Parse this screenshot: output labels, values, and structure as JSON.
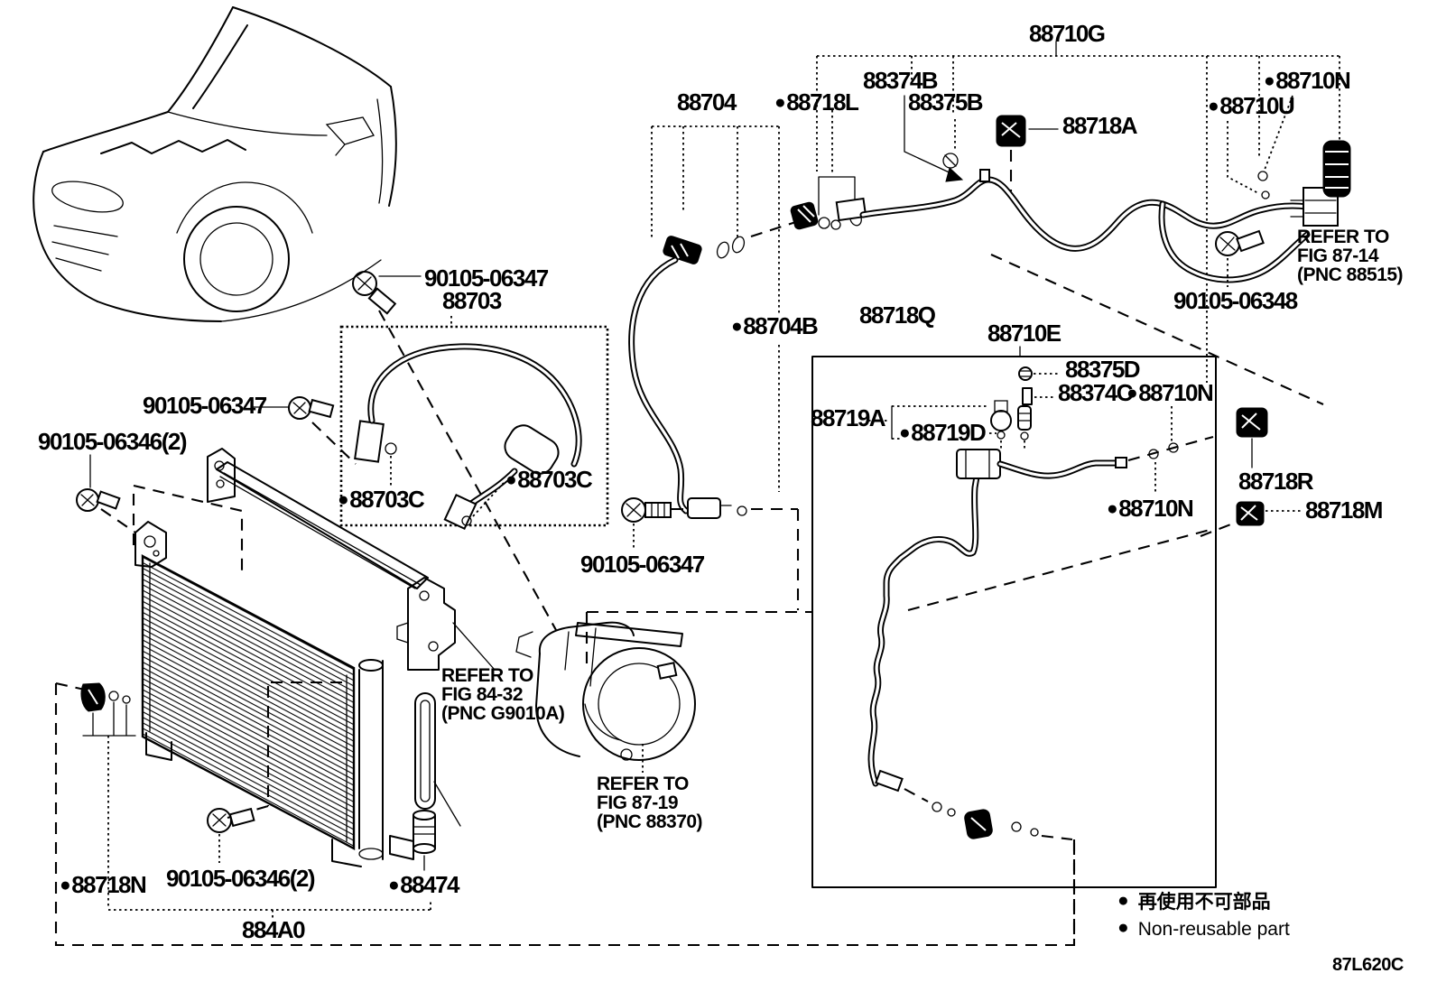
{
  "page": {
    "background": "#ffffff",
    "ink": "#000000"
  },
  "glyphs": {
    "bullet": "●"
  },
  "diagram": {
    "figure_code": "87L620C",
    "labels": [
      {
        "text": "88710G",
        "bullet": false
      },
      {
        "text": "88704",
        "bullet": false
      },
      {
        "text": "88718L",
        "bullet": true
      },
      {
        "text": "88374B",
        "bullet": false
      },
      {
        "text": "88375B",
        "bullet": false
      },
      {
        "text": "88718A",
        "bullet": false
      },
      {
        "text": "88710N",
        "bullet": true
      },
      {
        "text": "88710U",
        "bullet": true
      },
      {
        "text": "90105-06348",
        "bullet": false
      },
      {
        "text": "88718Q",
        "bullet": false
      },
      {
        "text": "88704B",
        "bullet": true
      },
      {
        "text": "88710E",
        "bullet": false
      },
      {
        "text": "90105-06347",
        "bullet": false
      },
      {
        "text": "88703",
        "bullet": false
      },
      {
        "text": "90105-06347",
        "bullet": false
      },
      {
        "text": "90105-06346(2)",
        "bullet": false
      },
      {
        "text": "88375D",
        "bullet": false
      },
      {
        "text": "88374C",
        "bullet": false
      },
      {
        "text": "88710N",
        "bullet": true
      },
      {
        "text": "88719A",
        "bullet": false
      },
      {
        "text": "88719D",
        "bullet": true
      },
      {
        "text": "88718R",
        "bullet": false
      },
      {
        "text": "88718M",
        "bullet": false
      },
      {
        "text": "88710N",
        "bullet": true
      },
      {
        "text": "88703C",
        "bullet": true
      },
      {
        "text": "88703C",
        "bullet": true
      },
      {
        "text": "90105-06347",
        "bullet": false
      },
      {
        "text": "88718N",
        "bullet": true
      },
      {
        "text": "90105-06346(2)",
        "bullet": false
      },
      {
        "text": "88474",
        "bullet": true
      },
      {
        "text": "884A0",
        "bullet": false
      }
    ],
    "notes": [
      {
        "lines": [
          "REFER TO",
          "FIG 87-14",
          "(PNC 88515)"
        ]
      },
      {
        "lines": [
          "REFER TO",
          "FIG 84-32",
          "(PNC G9010A)"
        ]
      },
      {
        "lines": [
          "REFER TO",
          "FIG 87-19",
          "(PNC 88370)"
        ]
      }
    ],
    "legend": {
      "jp": "再使用不可部品",
      "en": "Non-reusable part"
    }
  }
}
